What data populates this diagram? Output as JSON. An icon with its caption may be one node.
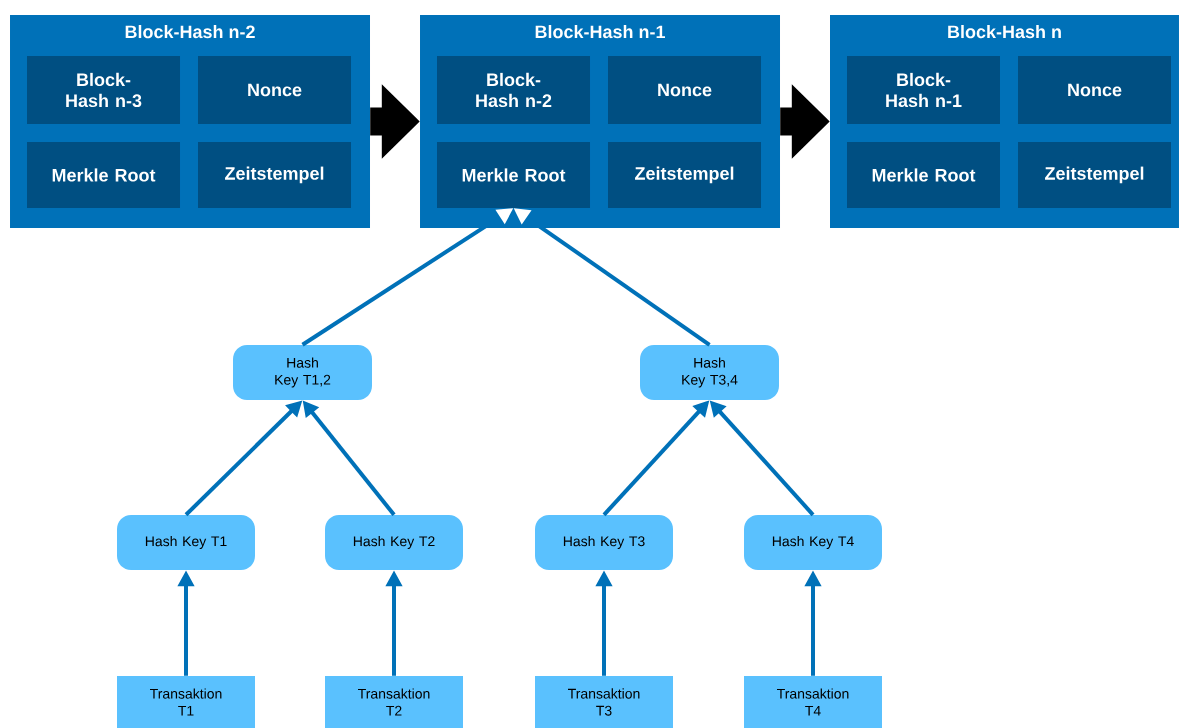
{
  "diagram": {
    "nodes": [
      {
        "text": [
          "Block-Hash n-2"
        ]
      },
      {
        "text": [
          "Block-Hash n-3"
        ],
        "in": 0
      },
      {
        "text": [
          "Nonce"
        ],
        "in": 0
      },
      {
        "text": [
          "Merkle Root"
        ],
        "in": 0
      },
      {
        "text": [
          "Zeitstempel"
        ],
        "in": 0
      },
      {
        "text": [
          "Block-Hash n-1"
        ]
      },
      {
        "text": [
          "Block-Hash n-2"
        ],
        "in": 5
      },
      {
        "text": [
          "Nonce"
        ],
        "in": 5
      },
      {
        "text": [
          "Merkle Root"
        ],
        "in": 5
      },
      {
        "text": [
          "Zeitstempel"
        ],
        "in": 5
      },
      {
        "text": [
          "Block-Hash n"
        ]
      },
      {
        "text": [
          "Block-Hash n-1"
        ],
        "in": 10
      },
      {
        "text": [
          "Nonce"
        ],
        "in": 10
      },
      {
        "text": [
          "Merkle Root"
        ],
        "in": 10
      },
      {
        "text": [
          "Zeitstempel"
        ],
        "in": 10
      },
      {
        "text": [
          "Hash Key T1,2"
        ]
      },
      {
        "text": [
          "Hash Key T3,4"
        ]
      },
      {
        "text": [
          "Hash Key T1"
        ]
      },
      {
        "text": [
          "Hash Key T2"
        ]
      },
      {
        "text": [
          "Hash Key T3"
        ]
      },
      {
        "text": [
          "Hash Key T4"
        ]
      },
      {
        "text": [
          "Transaktion T1"
        ]
      },
      {
        "text": [
          "Transaktion T2"
        ]
      },
      {
        "text": [
          "Transaktion T3"
        ]
      },
      {
        "text": [
          "Transaktion T4"
        ]
      }
    ],
    "edges": [
      {
        "from": 0,
        "to": 5,
        "arrow": "to",
        "style": "thick",
        "color": "#000000"
      },
      {
        "from": 5,
        "to": 10,
        "arrow": "to",
        "style": "thick",
        "color": "#000000"
      },
      {
        "from": 15,
        "to": 8,
        "arrow": "to"
      },
      {
        "from": 16,
        "to": 8,
        "arrow": "to"
      },
      {
        "from": 17,
        "to": 15,
        "arrow": "to"
      },
      {
        "from": 18,
        "to": 15,
        "arrow": "to"
      },
      {
        "from": 19,
        "to": 16,
        "arrow": "to"
      },
      {
        "from": 20,
        "to": 16,
        "arrow": "to"
      },
      {
        "from": 21,
        "to": 17,
        "arrow": "to"
      },
      {
        "from": 22,
        "to": 18,
        "arrow": "to"
      },
      {
        "from": 23,
        "to": 19,
        "arrow": "to"
      },
      {
        "from": 24,
        "to": 20,
        "arrow": "to"
      }
    ]
  }
}
